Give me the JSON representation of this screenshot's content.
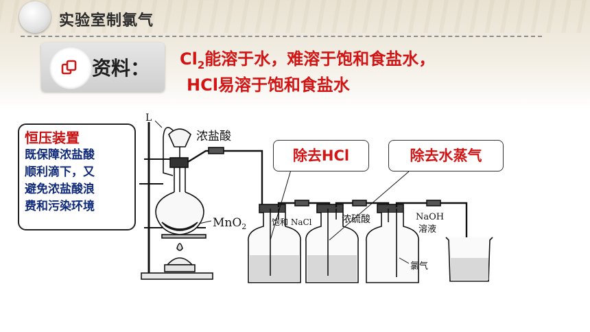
{
  "header": {
    "title": "实验室制氯气"
  },
  "reference": {
    "label": "资料：",
    "line1_prefix": "Cl",
    "line1_sub": "2",
    "line1_rest": "能溶于水，难溶于饱和食盐水，",
    "line2": "HCl易溶于饱和食盐水"
  },
  "callout": {
    "title": "恒压装置",
    "lines": [
      "既保障浓盐酸",
      "顺利滴下，又",
      "避免浓盐酸浪",
      "费和污染环境"
    ]
  },
  "diagram": {
    "label_L": "L",
    "label_hcl": "浓盐酸",
    "label_mno2_prefix": "MnO",
    "label_mno2_sub": "2",
    "label_nacl": "饱和 NaCl",
    "label_h2so4": "浓硫酸",
    "label_naoh": "NaOH",
    "label_naoh2": "溶液",
    "label_cl2": "氯气"
  },
  "tags": {
    "remove_hcl": "除去HCl",
    "remove_water": "除去水蒸气"
  },
  "colors": {
    "accent_red": "#d21414",
    "navy_text": "#102a7a"
  },
  "icons": {
    "label_icon": "copy-icon"
  }
}
